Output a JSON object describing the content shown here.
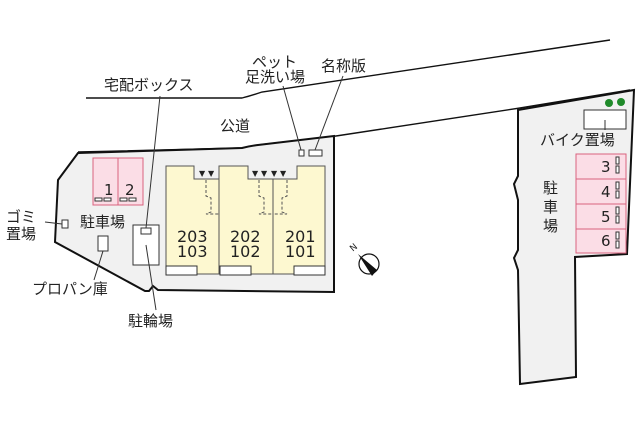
{
  "diagram": {
    "type": "site-plan",
    "labels": {
      "public_road": "公道",
      "delivery_box": "宅配ボックス",
      "pet_wash_line1": "ペット",
      "pet_wash_line2": "足洗い場",
      "name_plate": "名称版",
      "garbage_line1": "ゴミ",
      "garbage_line2": "置場",
      "parking_left": "駐車場",
      "propane": "プロパン庫",
      "bicycle_parking": "駐輪場",
      "bike_parking": "バイク置場",
      "parking_right_1": "駐",
      "parking_right_2": "車",
      "parking_right_3": "場"
    },
    "parking_spaces_left": [
      "1",
      "2"
    ],
    "parking_spaces_right": [
      "3",
      "4",
      "5",
      "6"
    ],
    "units": [
      {
        "upper": "203",
        "lower": "103"
      },
      {
        "upper": "202",
        "lower": "102"
      },
      {
        "upper": "201",
        "lower": "101"
      }
    ],
    "compass": {
      "label": "N",
      "icon": "north-arrow-icon"
    },
    "colors": {
      "site_fill": "#f1f1f1",
      "unit_fill": "#fdf8d0",
      "parking_fill": "#fbdde6",
      "parking_stroke": "#d9627e",
      "tree": "#1f8a2a",
      "line": "#111111"
    }
  }
}
